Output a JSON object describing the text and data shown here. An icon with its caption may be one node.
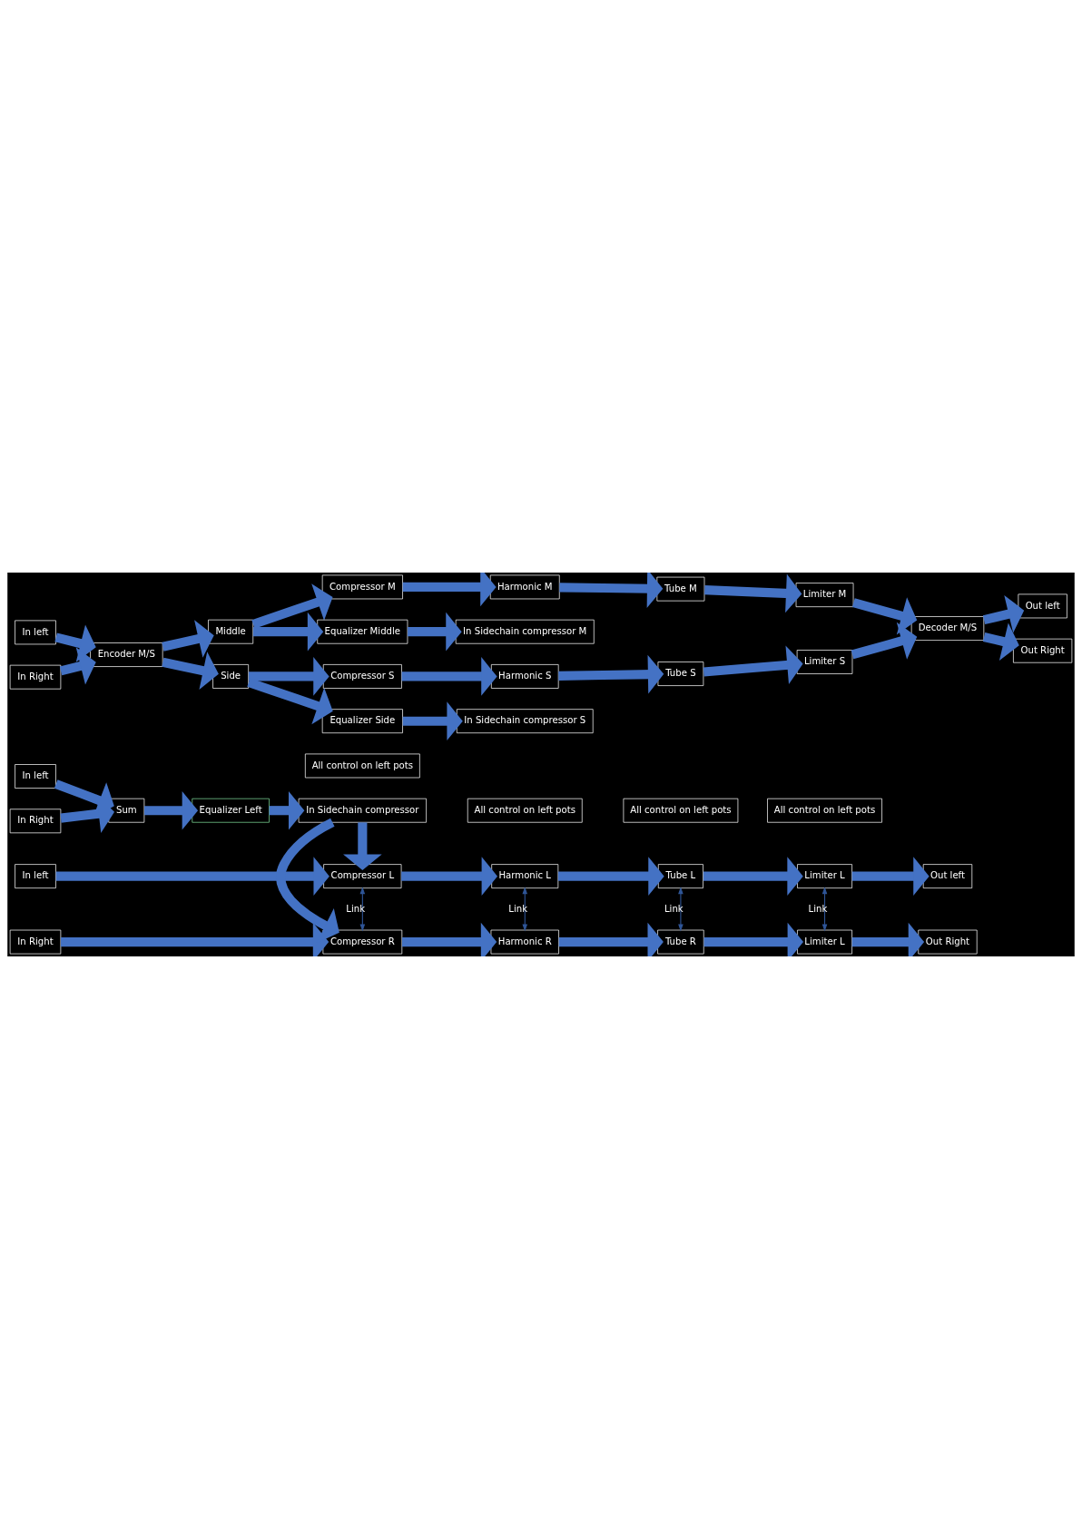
{
  "diagram": {
    "nodes": [
      {
        "text": [
          "All control on left pots"
        ]
      },
      {
        "text": [
          "All control on left pots"
        ]
      },
      {
        "text": [
          "All control on left pots"
        ]
      },
      {
        "text": [
          "All control on left pots"
        ]
      },
      {
        "text": [
          "In left"
        ]
      },
      {
        "text": [
          "Compressor L"
        ]
      },
      {
        "text": [
          "Harmonic L"
        ]
      },
      {
        "text": [
          "Tube L"
        ]
      },
      {
        "text": [
          "Limiter L"
        ]
      },
      {
        "text": [
          "Out left"
        ]
      },
      {
        "text": [
          "In Right"
        ]
      },
      {
        "text": [
          "Compressor R"
        ]
      },
      {
        "text": [
          "Harmonic R"
        ]
      },
      {
        "text": [
          "Tube R"
        ]
      },
      {
        "text": [
          "Limiter L"
        ]
      },
      {
        "text": [
          "Out Right"
        ]
      },
      {
        "text": [
          "In left"
        ]
      },
      {
        "text": [
          "Sum"
        ]
      },
      {
        "text": [
          "Equalizer Left"
        ]
      },
      {
        "text": [
          "In Sidechain compressor"
        ]
      },
      {
        "text": [
          "In Right"
        ]
      },
      {
        "text": [
          "In left"
        ]
      },
      {
        "text": [
          "Encoder M/S"
        ]
      },
      {
        "text": [
          "Middle"
        ]
      },
      {
        "text": [
          "Compressor M"
        ]
      },
      {
        "text": [
          "Harmonic M"
        ]
      },
      {
        "text": [
          "Tube M"
        ]
      },
      {
        "text": [
          "Limiter M"
        ]
      },
      {
        "text": [
          "Decoder M/S"
        ]
      },
      {
        "text": [
          "Out left"
        ]
      },
      {
        "text": [
          "In Right"
        ]
      },
      {
        "text": [
          "Side"
        ]
      },
      {
        "text": [
          "Compressor S"
        ]
      },
      {
        "text": [
          "Harmonic S"
        ]
      },
      {
        "text": [
          "Tube S"
        ]
      },
      {
        "text": [
          "Limiter S"
        ]
      },
      {
        "text": [
          "Out Right"
        ]
      },
      {
        "text": [
          "Equalizer Middle"
        ]
      },
      {
        "text": [
          "In Sidechain compressor M"
        ]
      },
      {
        "text": [
          "Equalizer Side"
        ]
      },
      {
        "text": [
          "In Sidechain compressor S"
        ]
      }
    ],
    "edges": [
      {
        "from": 4,
        "to": 5,
        "arrow": "to"
      },
      {
        "from": 5,
        "to": 6,
        "arrow": "to"
      },
      {
        "from": 6,
        "to": 7,
        "arrow": "to"
      },
      {
        "from": 7,
        "to": 8,
        "arrow": "to"
      },
      {
        "from": 8,
        "to": 9,
        "arrow": "to"
      },
      {
        "from": 5,
        "to": 11,
        "arrow": "both",
        "label": "Link",
        "color": "#2f5597"
      },
      {
        "from": 6,
        "to": 12,
        "arrow": "both",
        "label": "Link",
        "color": "#2f5597"
      },
      {
        "from": 7,
        "to": 13,
        "arrow": "both",
        "label": "Link",
        "color": "#2f5597"
      },
      {
        "from": 8,
        "to": 14,
        "arrow": "both",
        "label": "Link",
        "color": "#2f5597"
      },
      {
        "from": 10,
        "to": 11,
        "arrow": "to"
      },
      {
        "from": 11,
        "to": 12,
        "arrow": "to"
      },
      {
        "from": 12,
        "to": 13,
        "arrow": "to"
      },
      {
        "from": 13,
        "to": 14,
        "arrow": "to"
      },
      {
        "from": 14,
        "to": 15,
        "arrow": "to"
      },
      {
        "from": 16,
        "to": 17,
        "arrow": "to"
      },
      {
        "from": 20,
        "to": 17,
        "arrow": "to"
      },
      {
        "from": 17,
        "to": 18,
        "arrow": "to"
      },
      {
        "from": 18,
        "to": 19,
        "arrow": "to"
      },
      {
        "from": 19,
        "to": 5,
        "arrow": "to"
      },
      {
        "from": 19,
        "to": 11,
        "arrow": "to"
      },
      {
        "from": 21,
        "to": 22,
        "arrow": "to"
      },
      {
        "from": 30,
        "to": 22,
        "arrow": "to"
      },
      {
        "from": 22,
        "to": 23,
        "arrow": "to"
      },
      {
        "from": 22,
        "to": 31,
        "arrow": "to"
      },
      {
        "from": 23,
        "to": 24,
        "arrow": "to"
      },
      {
        "from": 24,
        "to": 25,
        "arrow": "to"
      },
      {
        "from": 25,
        "to": 26,
        "arrow": "to"
      },
      {
        "from": 26,
        "to": 27,
        "arrow": "to"
      },
      {
        "from": 27,
        "to": 28,
        "arrow": "to"
      },
      {
        "from": 31,
        "to": 32,
        "arrow": "to"
      },
      {
        "from": 32,
        "to": 33,
        "arrow": "to"
      },
      {
        "from": 33,
        "to": 34,
        "arrow": "to"
      },
      {
        "from": 34,
        "to": 35,
        "arrow": "to"
      },
      {
        "from": 35,
        "to": 28,
        "arrow": "to"
      },
      {
        "from": 28,
        "to": 29,
        "arrow": "to"
      },
      {
        "from": 28,
        "to": 36,
        "arrow": "to"
      },
      {
        "from": 23,
        "to": 37,
        "arrow": "to"
      },
      {
        "from": 31,
        "to": 39,
        "arrow": "to"
      },
      {
        "from": 37,
        "to": 38,
        "arrow": "to"
      },
      {
        "from": 39,
        "to": 40,
        "arrow": "to"
      }
    ]
  }
}
